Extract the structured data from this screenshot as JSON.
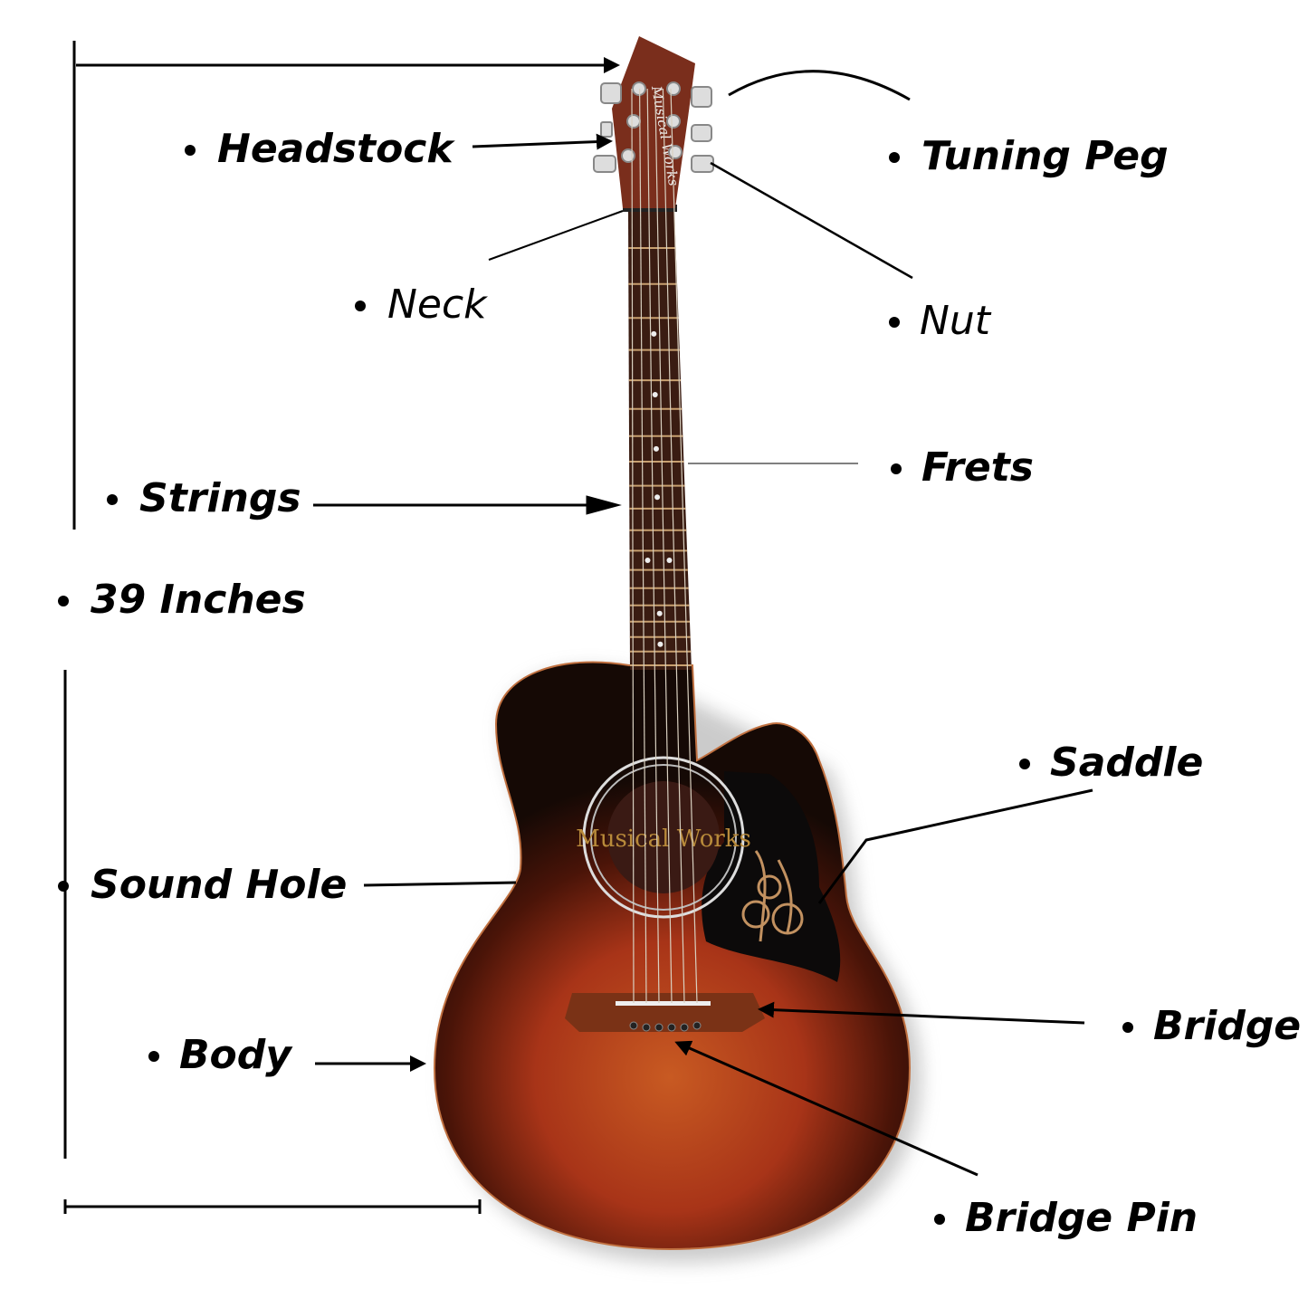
{
  "labels": {
    "headstock": "Headstock",
    "tuning_peg": "Tuning Peg",
    "neck": "Neck",
    "nut": "Nut",
    "frets": "Frets",
    "strings": "Strings",
    "length": "39 Inches",
    "saddle": "Saddle",
    "sound_hole": "Sound Hole",
    "bridge": "Bridge",
    "body": "Body",
    "bridge_pin": "Bridge Pin"
  },
  "logo": "Musical Works",
  "colors": {
    "body_center": "#c0501c",
    "body_edge": "#1a0c06",
    "headstock": "#7a2e1c",
    "fretboard": "#3a1c12",
    "pickguard": "#0c0a0a"
  }
}
